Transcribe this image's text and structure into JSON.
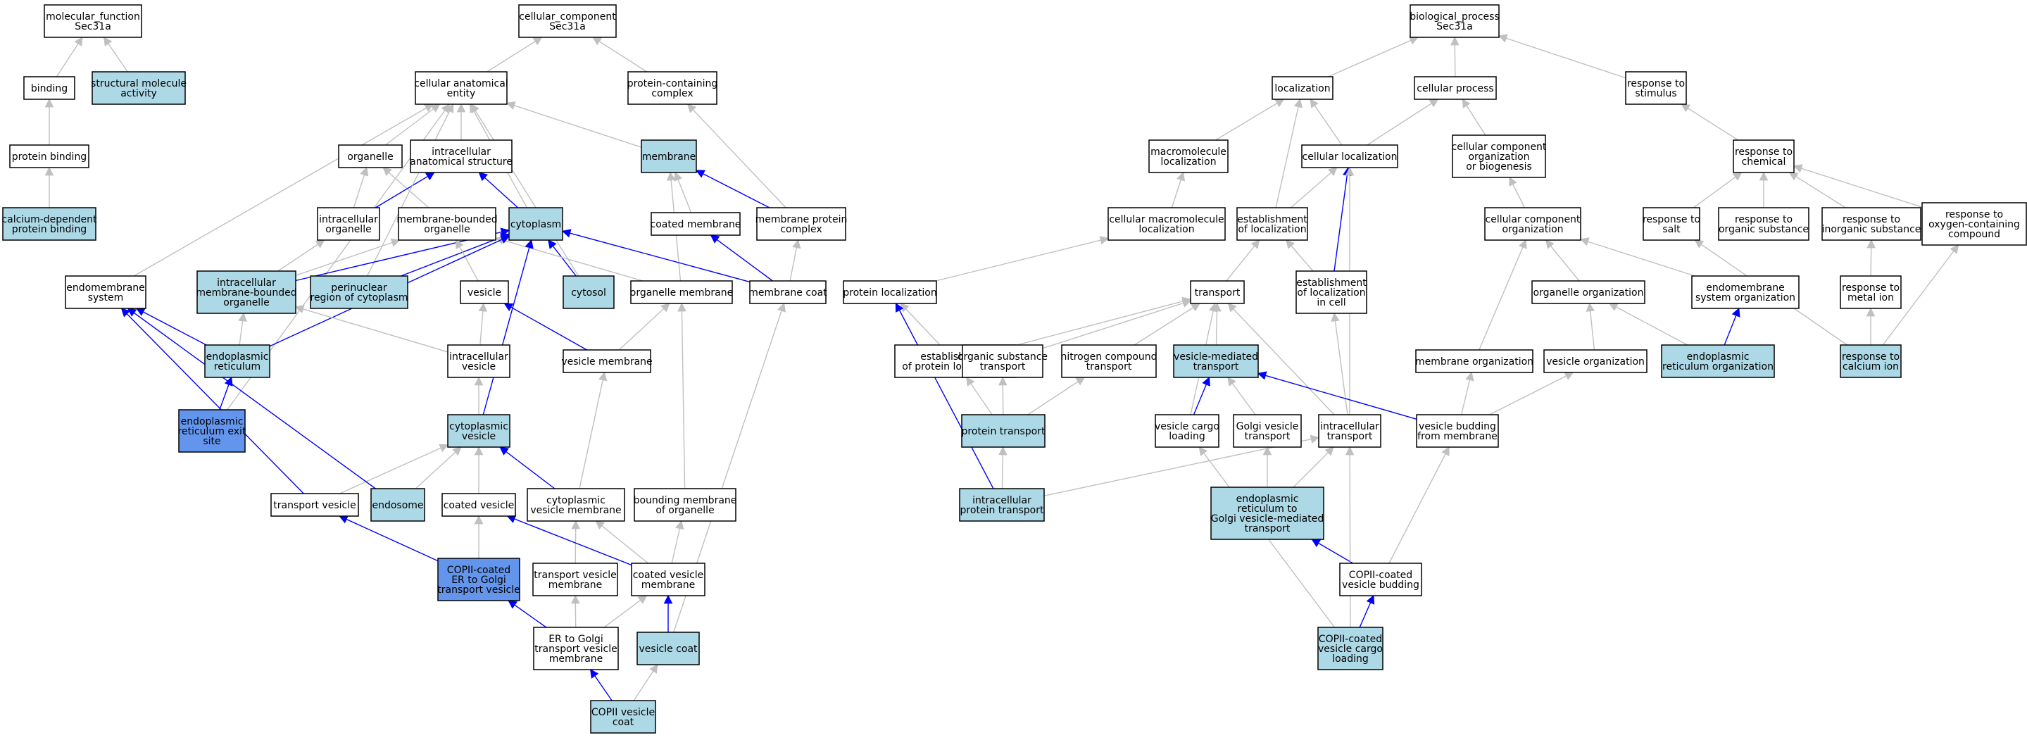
{
  "colors": {
    "white": "#ffffff",
    "light": "#add8e6",
    "dark": "#6495ed",
    "grey": "#c0c0c0",
    "blue": "#0000ff"
  },
  "nodes": [
    {
      "id": "mf",
      "lines": [
        "molecular_function",
        "Sec31a"
      ],
      "fill": "white"
    },
    {
      "id": "binding",
      "lines": [
        "binding"
      ],
      "fill": "white"
    },
    {
      "id": "sma",
      "lines": [
        "structural molecule",
        "activity"
      ],
      "fill": "light"
    },
    {
      "id": "pb",
      "lines": [
        "protein binding"
      ],
      "fill": "white"
    },
    {
      "id": "cdpb",
      "lines": [
        "calcium-dependent",
        "protein binding"
      ],
      "fill": "light"
    },
    {
      "id": "cc",
      "lines": [
        "cellular_component",
        "Sec31a"
      ],
      "fill": "white"
    },
    {
      "id": "cae",
      "lines": [
        "cellular anatomical",
        "entity"
      ],
      "fill": "white"
    },
    {
      "id": "pcc",
      "lines": [
        "protein-containing",
        "complex"
      ],
      "fill": "white"
    },
    {
      "id": "organelle",
      "lines": [
        "organelle"
      ],
      "fill": "white"
    },
    {
      "id": "ias",
      "lines": [
        "intracellular",
        "anatomical structure"
      ],
      "fill": "white"
    },
    {
      "id": "membrane",
      "lines": [
        "membrane"
      ],
      "fill": "light"
    },
    {
      "id": "io",
      "lines": [
        "intracellular",
        "organelle"
      ],
      "fill": "white"
    },
    {
      "id": "mbo",
      "lines": [
        "membrane-bounded",
        "organelle"
      ],
      "fill": "white"
    },
    {
      "id": "cytoplasm",
      "lines": [
        "cytoplasm"
      ],
      "fill": "light"
    },
    {
      "id": "coatedmem",
      "lines": [
        "coated membrane"
      ],
      "fill": "white"
    },
    {
      "id": "mpc",
      "lines": [
        "membrane protein",
        "complex"
      ],
      "fill": "white"
    },
    {
      "id": "ems",
      "lines": [
        "endomembrane",
        "system"
      ],
      "fill": "white"
    },
    {
      "id": "imbo",
      "lines": [
        "intracellular",
        "membrane-bounded",
        "organelle"
      ],
      "fill": "light"
    },
    {
      "id": "perinuclear",
      "lines": [
        "perinuclear",
        "region of cytoplasm"
      ],
      "fill": "light"
    },
    {
      "id": "vesicle",
      "lines": [
        "vesicle"
      ],
      "fill": "white"
    },
    {
      "id": "cytosol",
      "lines": [
        "cytosol"
      ],
      "fill": "light"
    },
    {
      "id": "orgmem",
      "lines": [
        "organelle membrane"
      ],
      "fill": "white"
    },
    {
      "id": "memcoat",
      "lines": [
        "membrane coat"
      ],
      "fill": "white"
    },
    {
      "id": "er",
      "lines": [
        "endoplasmic",
        "reticulum"
      ],
      "fill": "light"
    },
    {
      "id": "iv",
      "lines": [
        "intracellular",
        "vesicle"
      ],
      "fill": "white"
    },
    {
      "id": "vesmem",
      "lines": [
        "vesicle membrane"
      ],
      "fill": "white"
    },
    {
      "id": "eres",
      "lines": [
        "endoplasmic",
        "reticulum exit",
        "site"
      ],
      "fill": "dark"
    },
    {
      "id": "cytves",
      "lines": [
        "cytoplasmic",
        "vesicle"
      ],
      "fill": "light"
    },
    {
      "id": "tv",
      "lines": [
        "transport vesicle"
      ],
      "fill": "white"
    },
    {
      "id": "endosome",
      "lines": [
        "endosome"
      ],
      "fill": "light"
    },
    {
      "id": "cv",
      "lines": [
        "coated vesicle"
      ],
      "fill": "white"
    },
    {
      "id": "cvm",
      "lines": [
        "cytoplasmic",
        "vesicle membrane"
      ],
      "fill": "white"
    },
    {
      "id": "bmo",
      "lines": [
        "bounding membrane",
        "of organelle"
      ],
      "fill": "white"
    },
    {
      "id": "copiicv",
      "lines": [
        "COPII-coated",
        "ER to Golgi",
        "transport vesicle"
      ],
      "fill": "dark"
    },
    {
      "id": "tvm",
      "lines": [
        "transport vesicle",
        "membrane"
      ],
      "fill": "white"
    },
    {
      "id": "cvmem",
      "lines": [
        "coated vesicle",
        "membrane"
      ],
      "fill": "white"
    },
    {
      "id": "ergtvm",
      "lines": [
        "ER to Golgi",
        "transport vesicle",
        "membrane"
      ],
      "fill": "white"
    },
    {
      "id": "vcoat",
      "lines": [
        "vesicle coat"
      ],
      "fill": "light"
    },
    {
      "id": "copiivc",
      "lines": [
        "COPII vesicle",
        "coat"
      ],
      "fill": "light"
    },
    {
      "id": "bp",
      "lines": [
        "biological_process",
        "Sec31a"
      ],
      "fill": "white"
    },
    {
      "id": "loc",
      "lines": [
        "localization"
      ],
      "fill": "white"
    },
    {
      "id": "cp",
      "lines": [
        "cellular process"
      ],
      "fill": "white"
    },
    {
      "id": "rts",
      "lines": [
        "response to",
        "stimulus"
      ],
      "fill": "white"
    },
    {
      "id": "mml",
      "lines": [
        "macromolecule",
        "localization"
      ],
      "fill": "white"
    },
    {
      "id": "cl",
      "lines": [
        "cellular localization"
      ],
      "fill": "white"
    },
    {
      "id": "ccob",
      "lines": [
        "cellular component",
        "organization",
        "or biogenesis"
      ],
      "fill": "white"
    },
    {
      "id": "rtc",
      "lines": [
        "response to",
        "chemical"
      ],
      "fill": "white"
    },
    {
      "id": "cml",
      "lines": [
        "cellular macromolecule",
        "localization"
      ],
      "fill": "white"
    },
    {
      "id": "eol",
      "lines": [
        "establishment",
        "of localization"
      ],
      "fill": "white"
    },
    {
      "id": "cco",
      "lines": [
        "cellular component",
        "organization"
      ],
      "fill": "white"
    },
    {
      "id": "rtsalt",
      "lines": [
        "response to",
        "salt"
      ],
      "fill": "white"
    },
    {
      "id": "rtos",
      "lines": [
        "response to",
        "organic substance"
      ],
      "fill": "white"
    },
    {
      "id": "rtis",
      "lines": [
        "response to",
        "inorganic substance"
      ],
      "fill": "white"
    },
    {
      "id": "rtocc",
      "lines": [
        "response to",
        "oxygen-containing",
        "compound"
      ],
      "fill": "white"
    },
    {
      "id": "pl",
      "lines": [
        "protein localization"
      ],
      "fill": "white"
    },
    {
      "id": "transport",
      "lines": [
        "transport"
      ],
      "fill": "white"
    },
    {
      "id": "eolc",
      "lines": [
        "establishment",
        "of localization",
        "in cell"
      ],
      "fill": "white"
    },
    {
      "id": "oo",
      "lines": [
        "organelle organization"
      ],
      "fill": "white"
    },
    {
      "id": "eso",
      "lines": [
        "endomembrane",
        "system organization"
      ],
      "fill": "white"
    },
    {
      "id": "rtmi",
      "lines": [
        "response to",
        "metal ion"
      ],
      "fill": "white"
    },
    {
      "id": "epl",
      "lines": [
        "establishment",
        "of protein localization"
      ],
      "fill": "white"
    },
    {
      "id": "ost",
      "lines": [
        "organic substance",
        "transport"
      ],
      "fill": "white"
    },
    {
      "id": "nct",
      "lines": [
        "nitrogen compound",
        "transport"
      ],
      "fill": "white"
    },
    {
      "id": "vmt",
      "lines": [
        "vesicle-mediated",
        "transport"
      ],
      "fill": "light"
    },
    {
      "id": "memorg",
      "lines": [
        "membrane organization"
      ],
      "fill": "white"
    },
    {
      "id": "vo",
      "lines": [
        "vesicle organization"
      ],
      "fill": "white"
    },
    {
      "id": "ero",
      "lines": [
        "endoplasmic",
        "reticulum organization"
      ],
      "fill": "light"
    },
    {
      "id": "rtci",
      "lines": [
        "response to",
        "calcium ion"
      ],
      "fill": "light"
    },
    {
      "id": "pt",
      "lines": [
        "protein transport"
      ],
      "fill": "light"
    },
    {
      "id": "vcl",
      "lines": [
        "vesicle cargo",
        "loading"
      ],
      "fill": "white"
    },
    {
      "id": "gvt",
      "lines": [
        "Golgi vesicle",
        "transport"
      ],
      "fill": "white"
    },
    {
      "id": "it",
      "lines": [
        "intracellular",
        "transport"
      ],
      "fill": "white"
    },
    {
      "id": "vbm",
      "lines": [
        "vesicle budding",
        "from membrane"
      ],
      "fill": "white"
    },
    {
      "id": "ipt",
      "lines": [
        "intracellular",
        "protein transport"
      ],
      "fill": "light"
    },
    {
      "id": "ergvmt",
      "lines": [
        "endoplasmic",
        "reticulum to",
        "Golgi vesicle-mediated",
        "transport"
      ],
      "fill": "light"
    },
    {
      "id": "copiivb",
      "lines": [
        "COPII-coated",
        "vesicle budding"
      ],
      "fill": "white"
    },
    {
      "id": "copiivcl",
      "lines": [
        "COPII-coated",
        "vesicle cargo",
        "loading"
      ],
      "fill": "light"
    }
  ],
  "edges": [
    [
      "binding",
      "mf",
      "grey"
    ],
    [
      "sma",
      "mf",
      "grey"
    ],
    [
      "pb",
      "binding",
      "grey"
    ],
    [
      "cdpb",
      "pb",
      "grey"
    ],
    [
      "cae",
      "cc",
      "grey"
    ],
    [
      "pcc",
      "cc",
      "grey"
    ],
    [
      "organelle",
      "cae",
      "grey"
    ],
    [
      "ias",
      "cae",
      "grey"
    ],
    [
      "membrane",
      "cae",
      "grey"
    ],
    [
      "mpc",
      "pcc",
      "grey"
    ],
    [
      "io",
      "organelle",
      "grey"
    ],
    [
      "mbo",
      "organelle",
      "grey"
    ],
    [
      "io",
      "ias",
      "blue"
    ],
    [
      "cytoplasm",
      "ias",
      "blue"
    ],
    [
      "cytoplasm",
      "cae",
      "grey"
    ],
    [
      "cytosol",
      "cae",
      "grey"
    ],
    [
      "perinuclear",
      "cae",
      "grey"
    ],
    [
      "ems",
      "cae",
      "grey"
    ],
    [
      "eres",
      "cae",
      "grey"
    ],
    [
      "coatedmem",
      "membrane",
      "grey"
    ],
    [
      "mpc",
      "membrane",
      "blue"
    ],
    [
      "orgmem",
      "membrane",
      "grey"
    ],
    [
      "imbo",
      "io",
      "grey"
    ],
    [
      "imbo",
      "mbo",
      "grey"
    ],
    [
      "imbo",
      "cytoplasm",
      "blue"
    ],
    [
      "perinuclear",
      "cytoplasm",
      "blue"
    ],
    [
      "cytosol",
      "cytoplasm",
      "blue"
    ],
    [
      "vesicle",
      "mbo",
      "grey"
    ],
    [
      "orgmem",
      "mbo",
      "grey"
    ],
    [
      "memcoat",
      "cytoplasm",
      "blue"
    ],
    [
      "memcoat",
      "coatedmem",
      "blue"
    ],
    [
      "memcoat",
      "mpc",
      "grey"
    ],
    [
      "er",
      "imbo",
      "grey"
    ],
    [
      "er",
      "ems",
      "blue"
    ],
    [
      "er",
      "cytoplasm",
      "blue"
    ],
    [
      "iv",
      "vesicle",
      "grey"
    ],
    [
      "iv",
      "imbo",
      "grey"
    ],
    [
      "vesmem",
      "orgmem",
      "grey"
    ],
    [
      "vesmem",
      "vesicle",
      "blue"
    ],
    [
      "eres",
      "er",
      "blue"
    ],
    [
      "cytves",
      "iv",
      "grey"
    ],
    [
      "cytves",
      "cytoplasm",
      "blue"
    ],
    [
      "tv",
      "cytves",
      "grey"
    ],
    [
      "tv",
      "ems",
      "blue"
    ],
    [
      "endosome",
      "cytves",
      "grey"
    ],
    [
      "endosome",
      "ems",
      "blue"
    ],
    [
      "cv",
      "cytves",
      "grey"
    ],
    [
      "cvm",
      "cytves",
      "blue"
    ],
    [
      "cvm",
      "vesmem",
      "grey"
    ],
    [
      "bmo",
      "orgmem",
      "grey"
    ],
    [
      "copiicv",
      "cv",
      "grey"
    ],
    [
      "copiicv",
      "tv",
      "blue"
    ],
    [
      "tvm",
      "cvm",
      "grey"
    ],
    [
      "cvmem",
      "cvm",
      "grey"
    ],
    [
      "cvmem",
      "bmo",
      "grey"
    ],
    [
      "cvmem",
      "cv",
      "blue"
    ],
    [
      "ergtvm",
      "tvm",
      "grey"
    ],
    [
      "ergtvm",
      "cvmem",
      "grey"
    ],
    [
      "ergtvm",
      "copiicv",
      "blue"
    ],
    [
      "vcoat",
      "cvmem",
      "blue"
    ],
    [
      "vcoat",
      "memcoat",
      "grey"
    ],
    [
      "copiivc",
      "vcoat",
      "grey"
    ],
    [
      "copiivc",
      "ergtvm",
      "blue"
    ],
    [
      "loc",
      "bp",
      "grey"
    ],
    [
      "cp",
      "bp",
      "grey"
    ],
    [
      "rts",
      "bp",
      "grey"
    ],
    [
      "mml",
      "loc",
      "grey"
    ],
    [
      "cl",
      "loc",
      "grey"
    ],
    [
      "cl",
      "cp",
      "grey"
    ],
    [
      "ccob",
      "cp",
      "grey"
    ],
    [
      "rtc",
      "rts",
      "grey"
    ],
    [
      "cml",
      "mml",
      "grey"
    ],
    [
      "eol",
      "loc",
      "grey"
    ],
    [
      "eol",
      "cl",
      "grey"
    ],
    [
      "cco",
      "ccob",
      "grey"
    ],
    [
      "rtsalt",
      "rtc",
      "grey"
    ],
    [
      "rtos",
      "rtc",
      "grey"
    ],
    [
      "rtis",
      "rtc",
      "grey"
    ],
    [
      "rtocc",
      "rtc",
      "grey"
    ],
    [
      "pl",
      "cml",
      "grey"
    ],
    [
      "transport",
      "eol",
      "grey"
    ],
    [
      "eolc",
      "eol",
      "grey"
    ],
    [
      "eolc",
      "cl",
      "blue"
    ],
    [
      "oo",
      "cco",
      "grey"
    ],
    [
      "eso",
      "cco",
      "grey"
    ],
    [
      "rtmi",
      "rtis",
      "grey"
    ],
    [
      "epl",
      "pl",
      "grey"
    ],
    [
      "epl",
      "transport",
      "grey"
    ],
    [
      "ost",
      "transport",
      "grey"
    ],
    [
      "nct",
      "transport",
      "grey"
    ],
    [
      "vmt",
      "transport",
      "grey"
    ],
    [
      "memorg",
      "cco",
      "grey"
    ],
    [
      "vo",
      "oo",
      "grey"
    ],
    [
      "ero",
      "oo",
      "grey"
    ],
    [
      "ero",
      "eso",
      "blue"
    ],
    [
      "rtci",
      "rtmi",
      "grey"
    ],
    [
      "rtci",
      "rtsalt",
      "grey"
    ],
    [
      "rtci",
      "rtocc",
      "grey"
    ],
    [
      "pt",
      "epl",
      "grey"
    ],
    [
      "pt",
      "ost",
      "grey"
    ],
    [
      "pt",
      "nct",
      "grey"
    ],
    [
      "vcl",
      "vmt",
      "blue"
    ],
    [
      "vcl",
      "transport",
      "grey"
    ],
    [
      "gvt",
      "vmt",
      "grey"
    ],
    [
      "it",
      "transport",
      "grey"
    ],
    [
      "it",
      "eolc",
      "grey"
    ],
    [
      "it",
      "cl",
      "grey"
    ],
    [
      "vbm",
      "memorg",
      "grey"
    ],
    [
      "vbm",
      "vo",
      "grey"
    ],
    [
      "vbm",
      "vmt",
      "blue"
    ],
    [
      "ipt",
      "pt",
      "grey"
    ],
    [
      "ipt",
      "it",
      "grey"
    ],
    [
      "ipt",
      "pl",
      "blue"
    ],
    [
      "ergvmt",
      "gvt",
      "grey"
    ],
    [
      "ergvmt",
      "it",
      "grey"
    ],
    [
      "copiivb",
      "vbm",
      "grey"
    ],
    [
      "copiivb",
      "ergvmt",
      "blue"
    ],
    [
      "copiivcl",
      "vcl",
      "grey"
    ],
    [
      "copiivcl",
      "it",
      "grey"
    ],
    [
      "copiivcl",
      "copiivb",
      "blue"
    ]
  ]
}
